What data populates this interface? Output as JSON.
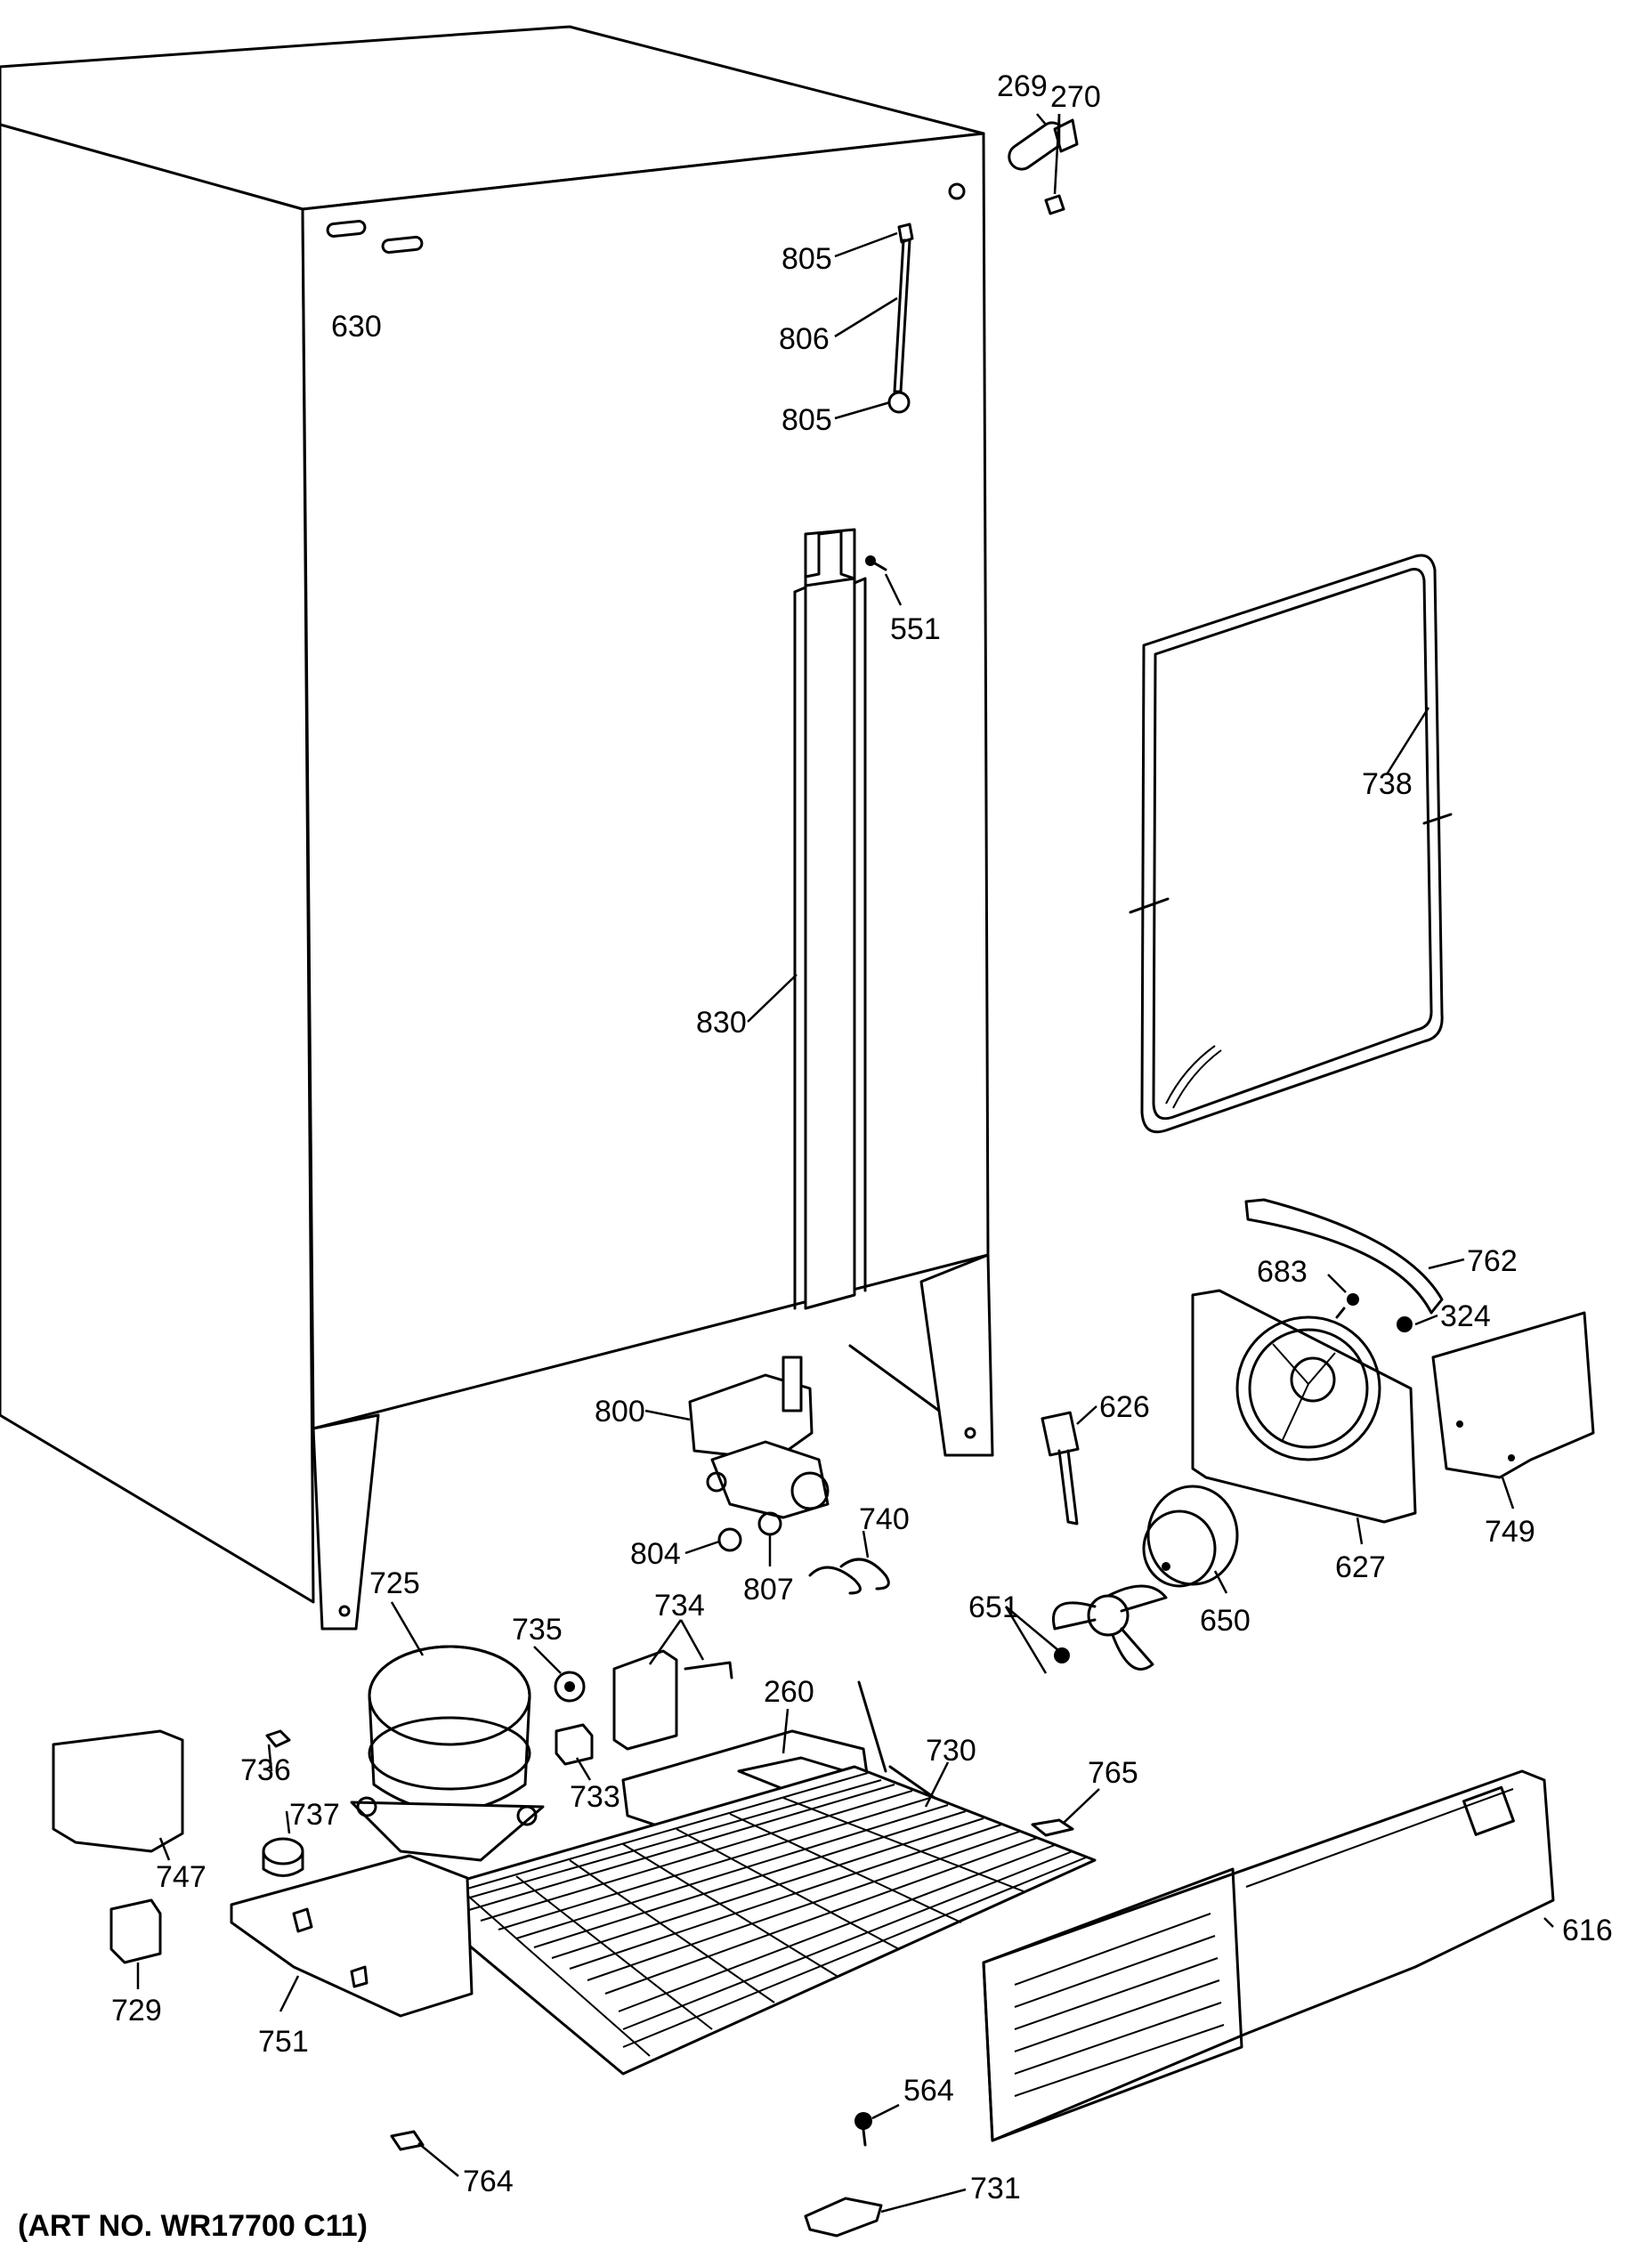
{
  "labels": {
    "p269": "269",
    "p270": "270",
    "p805a": "805",
    "p806": "806",
    "p805b": "805",
    "p630": "630",
    "p551": "551",
    "p738": "738",
    "p830": "830",
    "p762": "762",
    "p683": "683",
    "p324": "324",
    "p800": "800",
    "p626": "626",
    "p749": "749",
    "p627": "627",
    "p804": "804",
    "p807": "807",
    "p740": "740",
    "p650": "650",
    "p725": "725",
    "p735": "735",
    "p734": "734",
    "p260": "260",
    "p651": "651",
    "p730": "730",
    "p765": "765",
    "p736": "736",
    "p737": "737",
    "p733": "733",
    "p747": "747",
    "p616": "616",
    "p729": "729",
    "p751": "751",
    "p564": "564",
    "p764": "764",
    "p731": "731"
  },
  "art_number": "(ART NO. WR17700 C11)"
}
